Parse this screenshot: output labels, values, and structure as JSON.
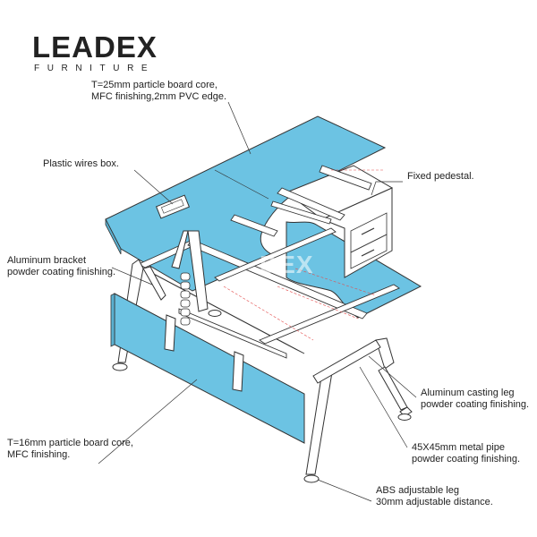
{
  "brand": {
    "name": "LEADEX",
    "sub": "FURNITURE",
    "watermark": "DEX"
  },
  "colors": {
    "panel": "#6cc3e3",
    "frame": "#ffffff",
    "line": "#333333",
    "accent": "#e34b4b"
  },
  "labels": {
    "top_board_1": "T=25mm particle board core,",
    "top_board_2": "MFC finishing,2mm PVC edge.",
    "wires_box": "Plastic wires box.",
    "pedestal": "Fixed pedestal.",
    "bracket_1": "Aluminum bracket",
    "bracket_2": "powder coating finishing.",
    "casting_leg_1": "Aluminum casting leg",
    "casting_leg_2": "powder coating finishing.",
    "modesty_1": "T=16mm particle board core,",
    "modesty_2": "MFC finishing.",
    "pipe_1": "45X45mm metal pipe",
    "pipe_2": "powder coating finishing.",
    "abs_leg_1": "ABS adjustable leg",
    "abs_leg_2": "30mm adjustable distance."
  }
}
